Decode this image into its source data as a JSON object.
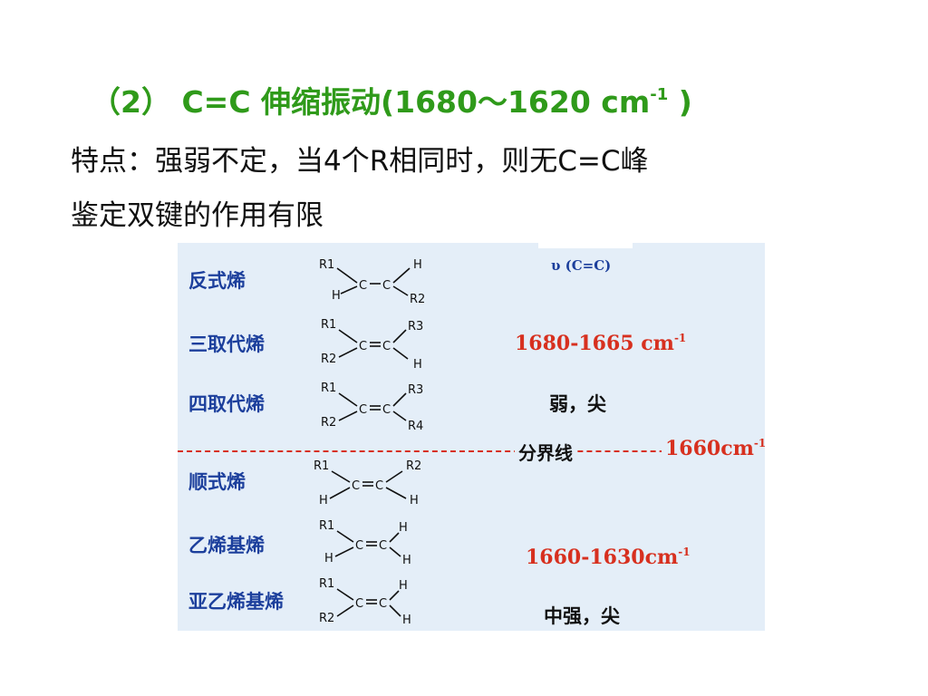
{
  "title": {
    "prefix": "（2） C=C 伸缩振动(1680～1620 cm",
    "exp": "-1",
    "suffix": " )"
  },
  "description": {
    "line1": "特点：强弱不定，当4个R相同时，则无C=C峰",
    "line2": "鉴定双键的作用有限"
  },
  "table": {
    "header_symbol": "υ (C=C)",
    "rows": [
      {
        "name": "反式烯",
        "structure": [
          "R1",
          "H",
          "H",
          "R2"
        ]
      },
      {
        "name": "三取代烯",
        "structure": [
          "R1",
          "R2",
          "R3",
          "H"
        ]
      },
      {
        "name": "四取代烯",
        "structure": [
          "R1",
          "R2",
          "R3",
          "R4"
        ]
      },
      {
        "name": "顺式烯",
        "structure": [
          "R1",
          "H",
          "R2",
          "H"
        ]
      },
      {
        "name": "乙烯基烯",
        "structure": [
          "R1",
          "H",
          "H",
          "H"
        ]
      },
      {
        "name": "亚乙烯基烯",
        "structure": [
          "R1",
          "R2",
          "H",
          "H"
        ]
      }
    ],
    "group_upper": {
      "range": "1680-1665 cm",
      "exp": "-1",
      "note": "弱，尖"
    },
    "divider": {
      "label": "分界线",
      "value": "1660cm",
      "exp": "-1"
    },
    "group_lower": {
      "range": "1660-1630cm",
      "exp": "-1",
      "note": "中强，尖"
    }
  },
  "colors": {
    "title_green": "#2f9a1a",
    "label_blue": "#1c3f9c",
    "accent_red": "#d7301f",
    "panel_bg": "#e4eef8"
  }
}
